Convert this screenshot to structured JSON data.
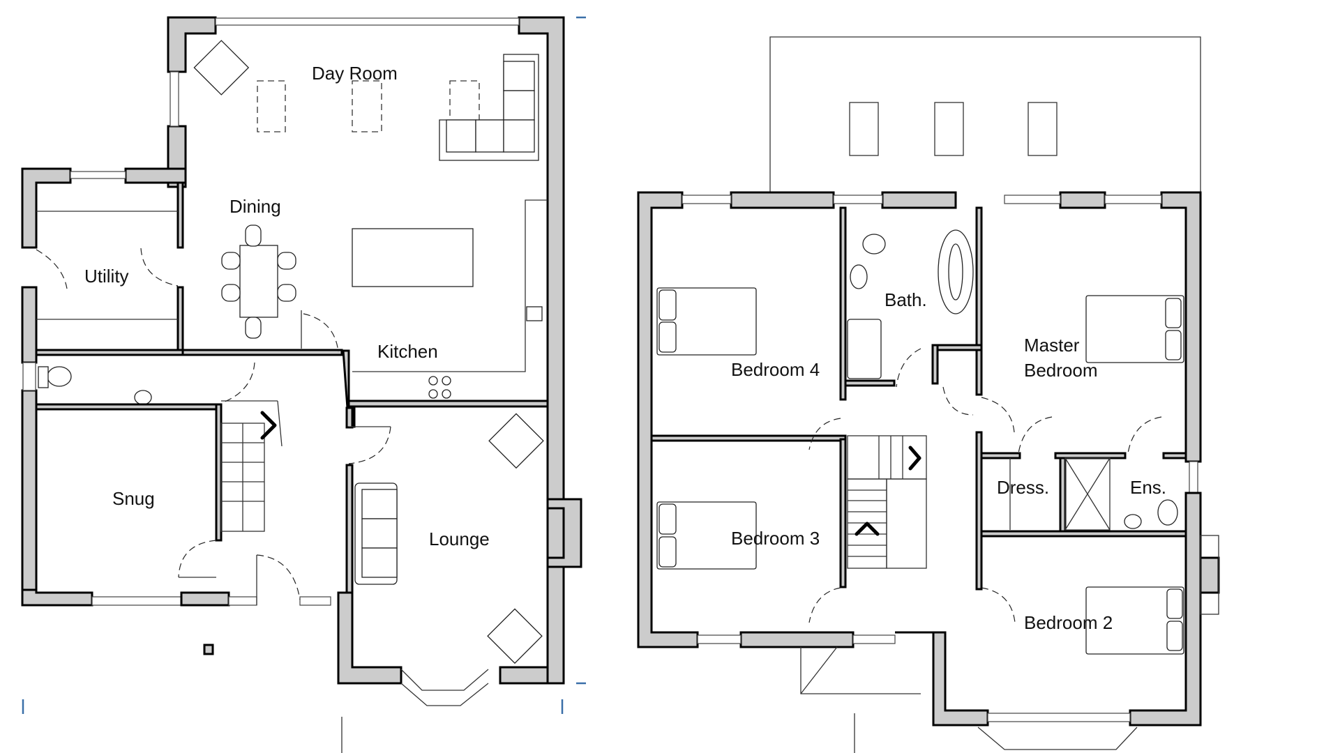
{
  "plan": {
    "ground_floor": {
      "rooms": [
        {
          "id": "day-room",
          "label": "Day Room"
        },
        {
          "id": "dining",
          "label": "Dining"
        },
        {
          "id": "utility",
          "label": "Utility"
        },
        {
          "id": "kitchen",
          "label": "Kitchen"
        },
        {
          "id": "snug",
          "label": "Snug"
        },
        {
          "id": "lounge",
          "label": "Lounge"
        }
      ]
    },
    "first_floor": {
      "rooms": [
        {
          "id": "bath",
          "label": "Bath."
        },
        {
          "id": "bedroom-4",
          "label": "Bedroom 4"
        },
        {
          "id": "master-bedroom",
          "label_line1": "Master",
          "label_line2": "Bedroom"
        },
        {
          "id": "dressing",
          "label": "Dress."
        },
        {
          "id": "ensuite",
          "label": "Ens."
        },
        {
          "id": "bedroom-3",
          "label": "Bedroom 3"
        },
        {
          "id": "bedroom-2",
          "label": "Bedroom 2"
        }
      ]
    },
    "colors": {
      "wall_fill": "#cccccc",
      "wall_outline": "#000000",
      "marker": "#3a6fa8"
    }
  }
}
